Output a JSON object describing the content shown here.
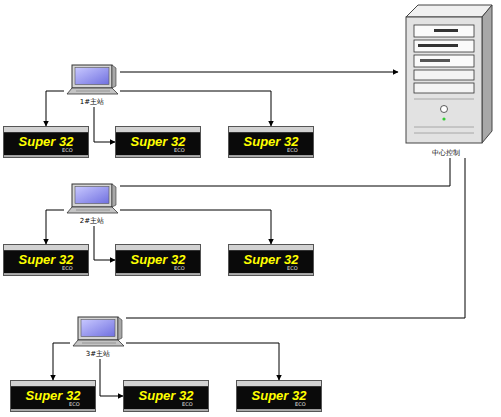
{
  "diagram": {
    "nodes": [
      {
        "text": [
          "1#主站"
        ]
      },
      {
        "text": [
          "中心控制"
        ]
      },
      {
        "text": [
          "Super 32",
          "ECO"
        ]
      },
      {
        "text": [
          "Super 32",
          "ECO"
        ]
      },
      {
        "text": [
          "Super 32",
          "ECO"
        ]
      },
      {
        "text": [
          "2#主站"
        ]
      },
      {
        "text": [
          "Super 32",
          "ECO"
        ]
      },
      {
        "text": [
          "Super 32",
          "ECO"
        ]
      },
      {
        "text": [
          "Super 32",
          "ECO"
        ]
      },
      {
        "text": [
          "3#主站"
        ]
      },
      {
        "text": [
          "Super 32",
          "ECO"
        ]
      },
      {
        "text": [
          "Super 32",
          "ECO"
        ]
      },
      {
        "text": [
          "Super 32",
          "ECO"
        ]
      }
    ],
    "edges": [
      {
        "from": 0,
        "to": 1,
        "arrow": "to"
      },
      {
        "from": 0,
        "to": 2,
        "arrow": "to"
      },
      {
        "from": 0,
        "to": 3,
        "arrow": "to"
      },
      {
        "from": 0,
        "to": 4,
        "arrow": "to"
      },
      {
        "from": 5,
        "to": 1,
        "arrow": "none"
      },
      {
        "from": 5,
        "to": 6,
        "arrow": "to"
      },
      {
        "from": 5,
        "to": 7,
        "arrow": "to"
      },
      {
        "from": 5,
        "to": 8,
        "arrow": "to"
      },
      {
        "from": 9,
        "to": 1,
        "arrow": "none"
      },
      {
        "from": 9,
        "to": 10,
        "arrow": "to"
      },
      {
        "from": 9,
        "to": 11,
        "arrow": "to"
      },
      {
        "from": 9,
        "to": 12,
        "arrow": "to"
      }
    ]
  }
}
